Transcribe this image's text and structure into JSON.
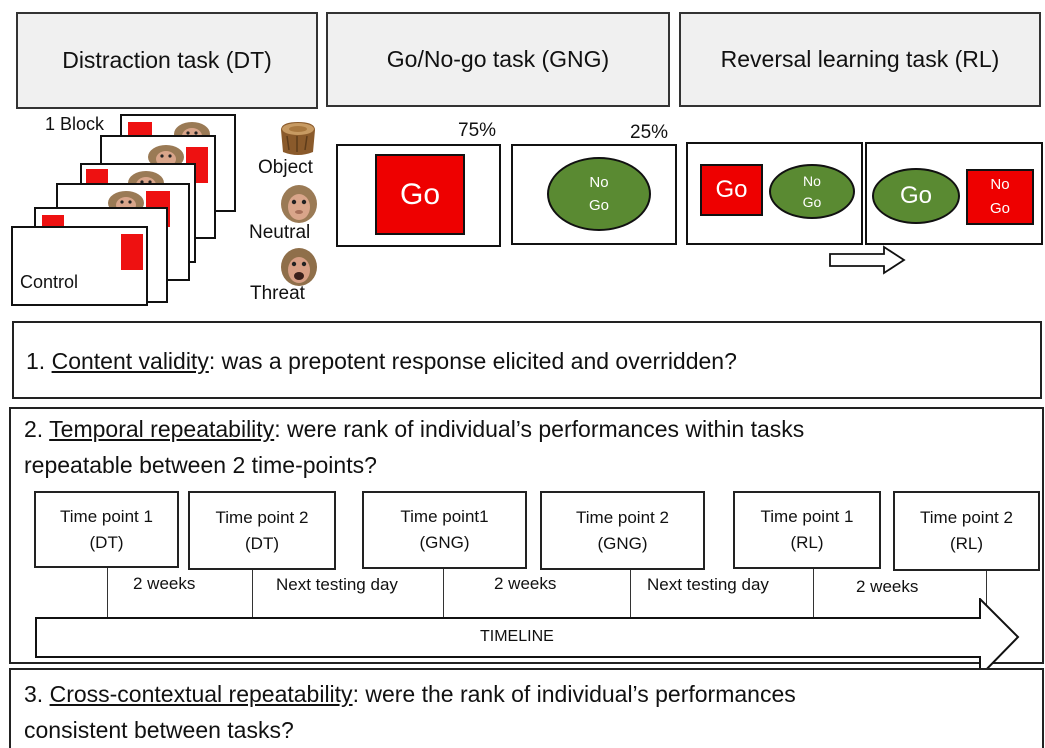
{
  "headers": {
    "dt": "Distraction task (DT)",
    "gng": "Go/No-go task (GNG)",
    "rl": "Reversal learning task (RL)"
  },
  "dt_panel": {
    "block_label": "1 Block",
    "control_label": "Control",
    "stimuli": [
      "Object",
      "Neutral",
      "Threat"
    ]
  },
  "gng_panel": {
    "go_percent": "75%",
    "nogo_percent": "25%",
    "go_label": "Go",
    "nogo_line1": "No",
    "nogo_line2": "Go"
  },
  "rl_panel": {
    "go_label": "Go",
    "nogo_line1": "No",
    "nogo_line2": "Go"
  },
  "section1": {
    "number": "1.",
    "title": "Content validity",
    "rest": ": was a prepotent response elicited and overridden?"
  },
  "section2": {
    "number": "2.",
    "title": "Temporal repeatability",
    "rest": ": were rank of individual’s performances within tasks",
    "line2": "repeatable between 2 time-points?"
  },
  "time_points": [
    {
      "line1": "Time point 1",
      "line2": "(DT)"
    },
    {
      "line1": "Time point 2",
      "line2": "(DT)"
    },
    {
      "line1": "Time point1",
      "line2": "(GNG)"
    },
    {
      "line1": "Time point 2",
      "line2": "(GNG)"
    },
    {
      "line1": "Time point 1",
      "line2": "(RL)"
    },
    {
      "line1": "Time point 2",
      "line2": "(RL)"
    }
  ],
  "gaps": [
    "2 weeks",
    "Next testing day",
    "2 weeks",
    "Next testing day",
    "2 weeks"
  ],
  "timeline_label": "TIMELINE",
  "section3": {
    "number": "3.",
    "title": "Cross-contextual repeatability",
    "rest": ": were the rank of individual’s performances",
    "line2": "consistent between tasks?"
  },
  "colors": {
    "red": "#ee0000",
    "green": "#5a8a32",
    "header_bg": "#f0f0f0"
  },
  "icons": [
    "monkey-face-icon",
    "tree-stump-icon",
    "arrow-right-icon"
  ]
}
